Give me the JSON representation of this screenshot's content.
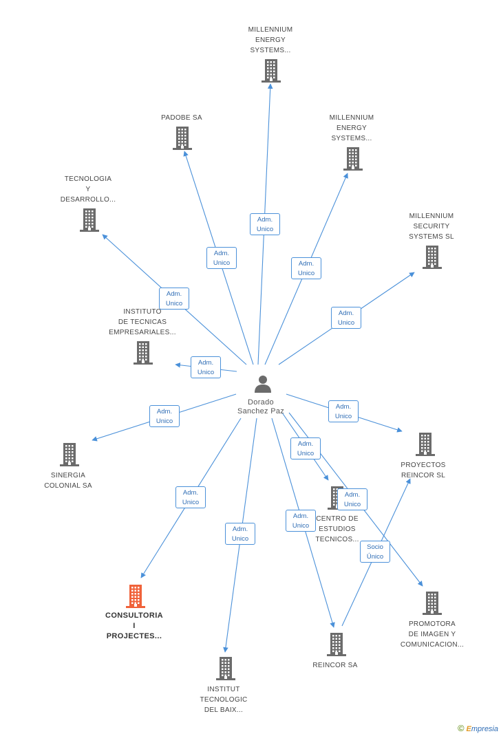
{
  "center": {
    "name": "Dorado\nSanchez Paz"
  },
  "companies": [
    {
      "id": "millennium-energy-1",
      "label": "MILLENNIUM\nENERGY\nSYSTEMS...",
      "highlight": false
    },
    {
      "id": "padobe",
      "label": "PADOBE SA",
      "highlight": false
    },
    {
      "id": "millennium-energy-2",
      "label": "MILLENNIUM\nENERGY\nSYSTEMS...",
      "highlight": false
    },
    {
      "id": "tecnologia",
      "label": "TECNOLOGIA\nY\nDESARROLLO...",
      "highlight": false
    },
    {
      "id": "millennium-security",
      "label": "MILLENNIUM\nSECURITY\nSYSTEMS SL",
      "highlight": false
    },
    {
      "id": "instituto-tecnicas",
      "label": "INSTITUTO\nDE TECNICAS\nEMPRESARIALES...",
      "highlight": false
    },
    {
      "id": "sinergia",
      "label": "SINERGIA\nCOLONIAL SA",
      "highlight": false
    },
    {
      "id": "proyectos-reincor",
      "label": "PROYECTOS\nREINCOR SL",
      "highlight": false
    },
    {
      "id": "centro-estudios",
      "label": "CENTRO DE\nESTUDIOS\nTECNICOS...",
      "highlight": false
    },
    {
      "id": "consultoria",
      "label": "CONSULTORIA\nI\nPROJECTES...",
      "highlight": true
    },
    {
      "id": "promotora",
      "label": "PROMOTORA\nDE IMAGEN Y\nCOMUNICACION...",
      "highlight": false
    },
    {
      "id": "institut-tecnologic",
      "label": "INSTITUT\nTECNOLOGIC\nDEL BAIX...",
      "highlight": false
    },
    {
      "id": "reincor",
      "label": "REINCOR SA",
      "highlight": false
    }
  ],
  "edges": [
    {
      "from": "center",
      "to": "millennium-energy-1",
      "label": "Adm.\nUnico"
    },
    {
      "from": "center",
      "to": "padobe",
      "label": "Adm.\nUnico"
    },
    {
      "from": "center",
      "to": "millennium-energy-2",
      "label": "Adm.\nUnico"
    },
    {
      "from": "center",
      "to": "tecnologia",
      "label": "Adm.\nUnico"
    },
    {
      "from": "center",
      "to": "millennium-security",
      "label": "Adm.\nUnico"
    },
    {
      "from": "center",
      "to": "instituto-tecnicas",
      "label": "Adm.\nUnico"
    },
    {
      "from": "center",
      "to": "sinergia",
      "label": "Adm.\nUnico"
    },
    {
      "from": "center",
      "to": "proyectos-reincor",
      "label": "Adm.\nUnico"
    },
    {
      "from": "center",
      "to": "centro-estudios",
      "label": "Adm.\nUnico"
    },
    {
      "from": "center",
      "to": "promotora",
      "label": "Adm.\nUnico"
    },
    {
      "from": "center",
      "to": "consultoria",
      "label": "Adm.\nUnico"
    },
    {
      "from": "center",
      "to": "institut-tecnologic",
      "label": "Adm.\nUnico"
    },
    {
      "from": "center",
      "to": "reincor",
      "label": "Adm.\nUnico"
    },
    {
      "from": "reincor",
      "to": "proyectos-reincor",
      "label": "Socio\nÚnico"
    }
  ],
  "colors": {
    "edge": "#4a90d9",
    "building": "#6b6b6b",
    "building_highlight": "#f0623a",
    "person": "#6b6b6b"
  },
  "footer": {
    "copyright": "©",
    "brand_first": "E",
    "brand_rest": "mpresia"
  }
}
